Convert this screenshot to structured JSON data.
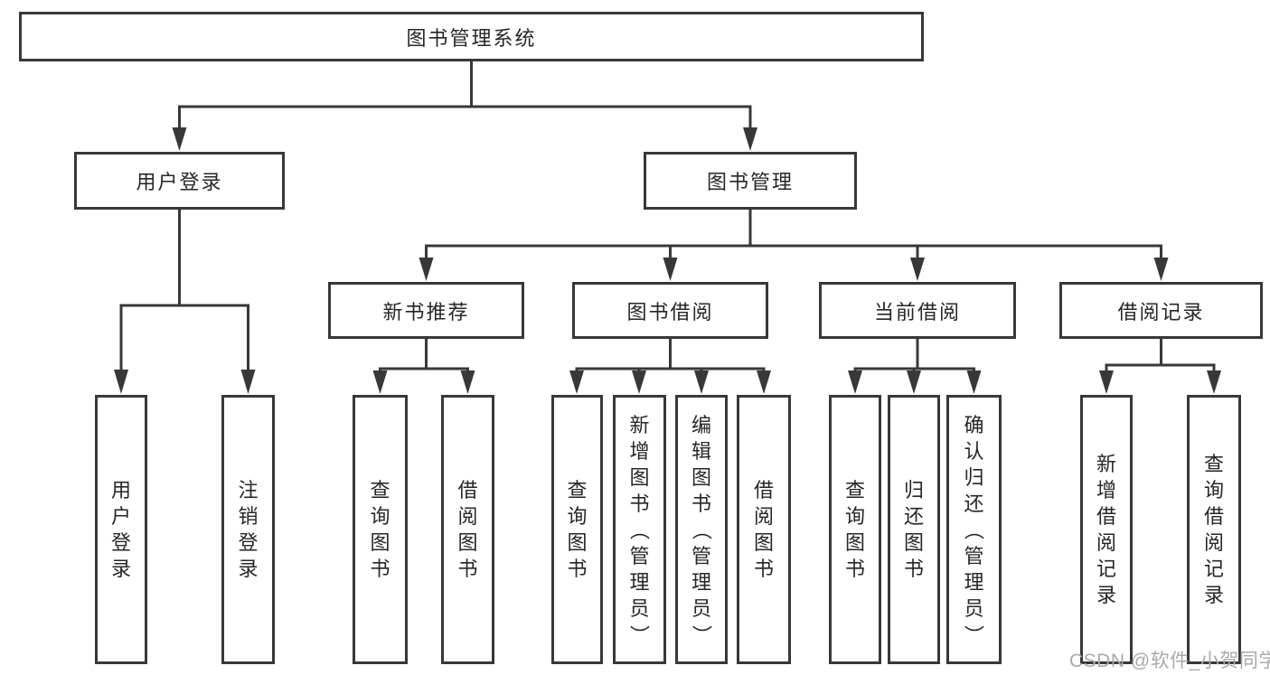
{
  "diagram": {
    "root": "图书管理系统",
    "left": {
      "label": "用户登录",
      "children": [
        "用户登录",
        "注销登录"
      ]
    },
    "right": {
      "label": "图书管理",
      "groups": [
        {
          "label": "新书推荐",
          "children": [
            "查询图书",
            "借阅图书"
          ]
        },
        {
          "label": "图书借阅",
          "children": [
            "查询图书",
            "新增图书（管理员）",
            "编辑图书（管理员）",
            "借阅图书"
          ]
        },
        {
          "label": "当前借阅",
          "children": [
            "查询图书",
            "归还图书",
            "确认归还（管理员）"
          ]
        },
        {
          "label": "借阅记录",
          "children": [
            "新增借阅记录",
            "查询借阅记录"
          ]
        }
      ]
    }
  },
  "watermark": "CSDN @软件_小贺同学",
  "colors": {
    "line": "#383838",
    "text": "#262626",
    "watermark": "#a9a9ad",
    "background": "#ffffff"
  }
}
